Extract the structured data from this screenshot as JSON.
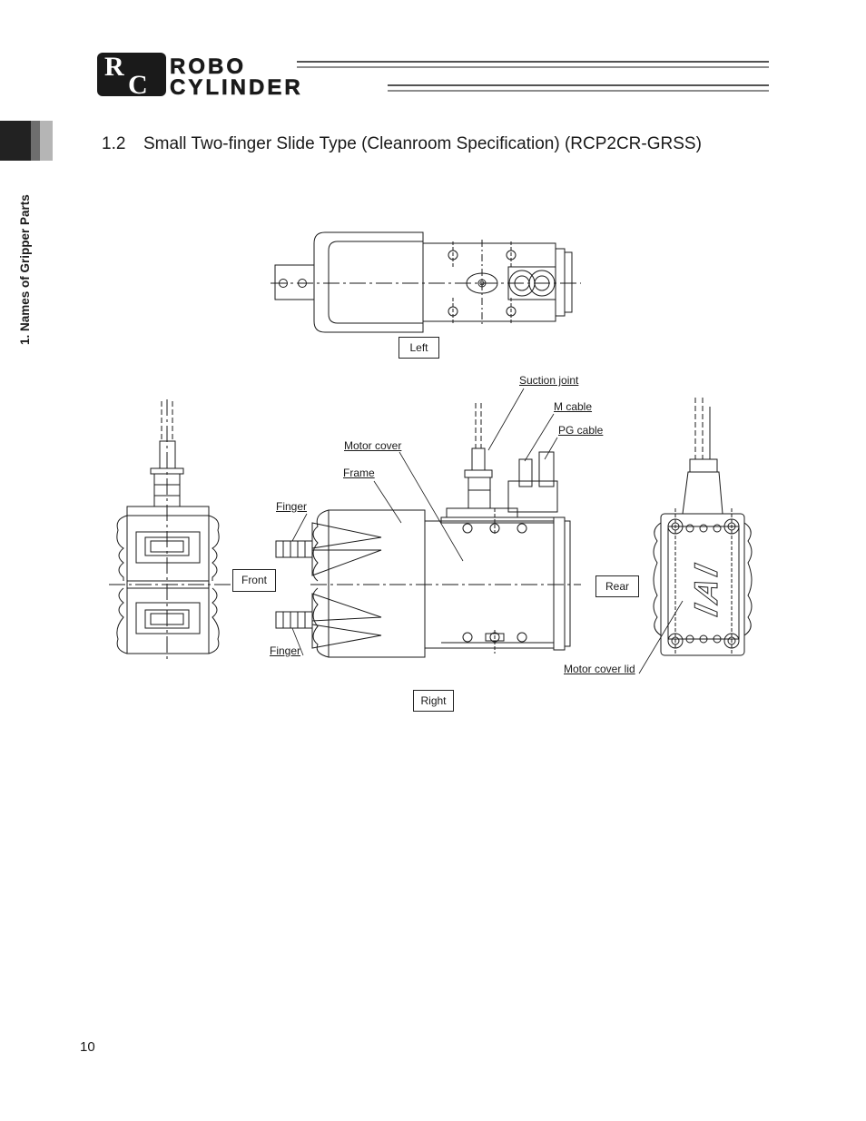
{
  "header": {
    "logo_mark": "RC",
    "logo_line1": "ROBO",
    "logo_line2": "CYLINDER"
  },
  "sidebar": {
    "chapter_label": "1. Names of Gripper Parts"
  },
  "section": {
    "number": "1.2",
    "title": "Small Two-finger Slide Type (Cleanroom Specification) (RCP2CR-GRSS)"
  },
  "drawing": {
    "view_labels": {
      "left": "Left",
      "front": "Front",
      "rear": "Rear",
      "right": "Right"
    },
    "callouts": {
      "suction_joint": "Suction joint",
      "m_cable": "M cable",
      "pg_cable": "PG cable",
      "motor_cover": "Motor cover",
      "frame": "Frame",
      "finger_top": "Finger",
      "finger_bottom": "Finger",
      "motor_cover_lid": "Motor cover lid"
    },
    "rear_marking": "IAI"
  },
  "footer": {
    "page_number": "10"
  },
  "colors": {
    "ink": "#1a1a1a",
    "tab_dark": "#222222",
    "tab_mid": "#6e6e6e",
    "tab_light": "#b5b5b5"
  }
}
